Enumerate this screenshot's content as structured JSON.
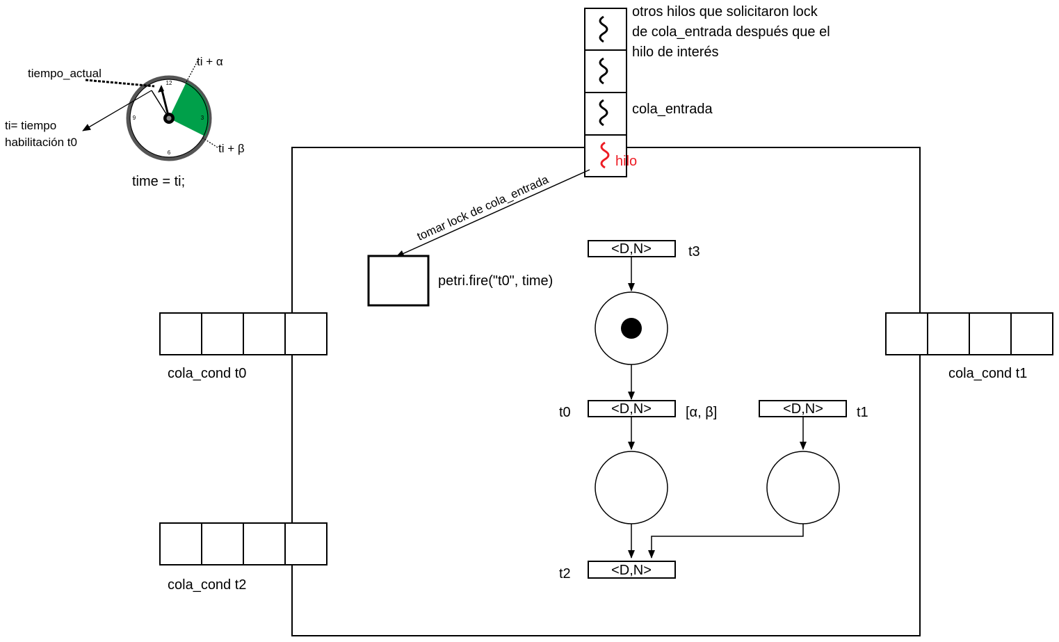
{
  "clock": {
    "numbers": {
      "n12": "12",
      "n3": "3",
      "n6": "6",
      "n9": "9"
    },
    "labels": {
      "tiempo_actual": "tiempo_actual",
      "ti_alpha": "ti + α",
      "ti_beta": "ti + β",
      "ti_def_line1": "ti= tiempo",
      "ti_def_line2": "habilitación t0",
      "time_assign": "time = ti;"
    },
    "sector_color": "#00a04a"
  },
  "queue": {
    "note_line1": "otros hilos que solicitaron lock",
    "note_line2": "de cola_entrada después que el",
    "note_line3": "hilo de interés",
    "cola_entrada_label": "cola_entrada",
    "hilo_label": "hilo",
    "hilo_color": "#ed1c24"
  },
  "lock_arrow_label": "tomar lock de cola_entrada",
  "fire_call": "petri.fire(\"t0\", time)",
  "cond_queues": {
    "t0": "cola_cond t0",
    "t1": "cola_cond t1",
    "t2": "cola_cond t2"
  },
  "transitions": {
    "t3": {
      "name": "t3",
      "label": "<D,N>"
    },
    "t0": {
      "name": "t0",
      "label": "<D,N>",
      "interval": "[α, β]"
    },
    "t1": {
      "name": "t1",
      "label": "<D,N>"
    },
    "t2": {
      "name": "t2",
      "label": "<D,N>"
    }
  }
}
